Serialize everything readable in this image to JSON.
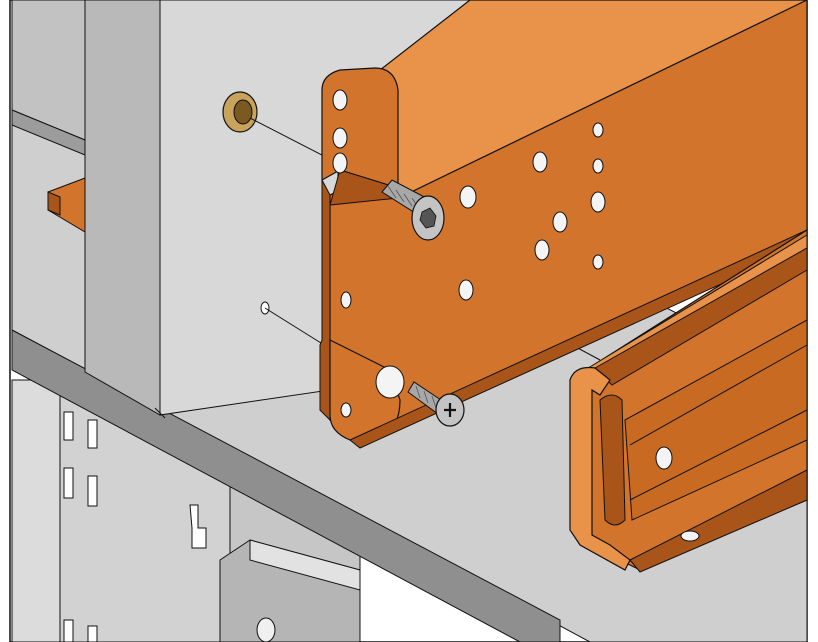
{
  "figure": {
    "kind": "isometric assembly drawing",
    "label_text": "",
    "colors": {
      "bracket_orange": "#d2742c",
      "bracket_orange_dark": "#a9551a",
      "bracket_orange_light": "#e8924a",
      "cabinet_gray": "#c8c8c8",
      "cabinet_gray_light": "#dcdcdc",
      "cabinet_gray_dark": "#8f8f8f",
      "post_gray": "#d6d6d6",
      "screw_gray": "#a8a8a8",
      "grommet_gold": "#c9a25c",
      "line": "#111111"
    },
    "parts": [
      {
        "id": "cabinet-side-panel",
        "icon": "panel-icon"
      },
      {
        "id": "vertical-post",
        "icon": "post-icon"
      },
      {
        "id": "mounting-bracket",
        "icon": "bracket-icon"
      },
      {
        "id": "slide-rail",
        "icon": "rail-icon"
      },
      {
        "id": "flat-head-socket-screw",
        "icon": "hex-socket-screw-icon"
      },
      {
        "id": "phillips-screw",
        "icon": "phillips-screw-icon"
      },
      {
        "id": "brass-grommet",
        "icon": "grommet-icon"
      }
    ]
  }
}
